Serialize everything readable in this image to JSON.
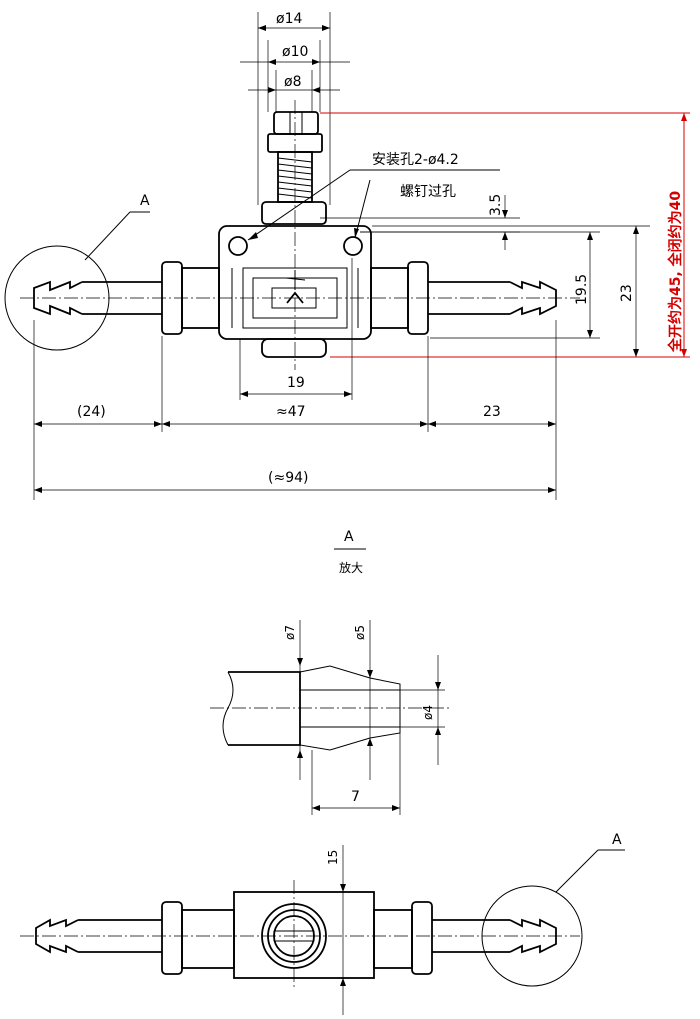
{
  "front_view": {
    "dims": {
      "d14": "ø14",
      "d10": "ø10",
      "d8": "ø8",
      "mount_hole": "安装孔2-ø4.2",
      "screw_hole": "螺钉过孔",
      "dim_3_5": "3.5",
      "dim_19_5": "19.5",
      "dim_23_right": "23",
      "dim_19": "19",
      "dim_24": "(24)",
      "dim_47": "≈47",
      "dim_23_bottom": "23",
      "dim_94": "(≈94)"
    },
    "detail_callout": "A",
    "red_note": "全开约为45, 全闭约为40",
    "red_color": "#d40000"
  },
  "detail_view": {
    "title": "A",
    "subtitle": "放大",
    "dims": {
      "d7": "ø7",
      "d5": "ø5",
      "d4": "ø4",
      "len7": "7"
    }
  },
  "top_view": {
    "dim_15": "15",
    "detail_callout": "A"
  }
}
